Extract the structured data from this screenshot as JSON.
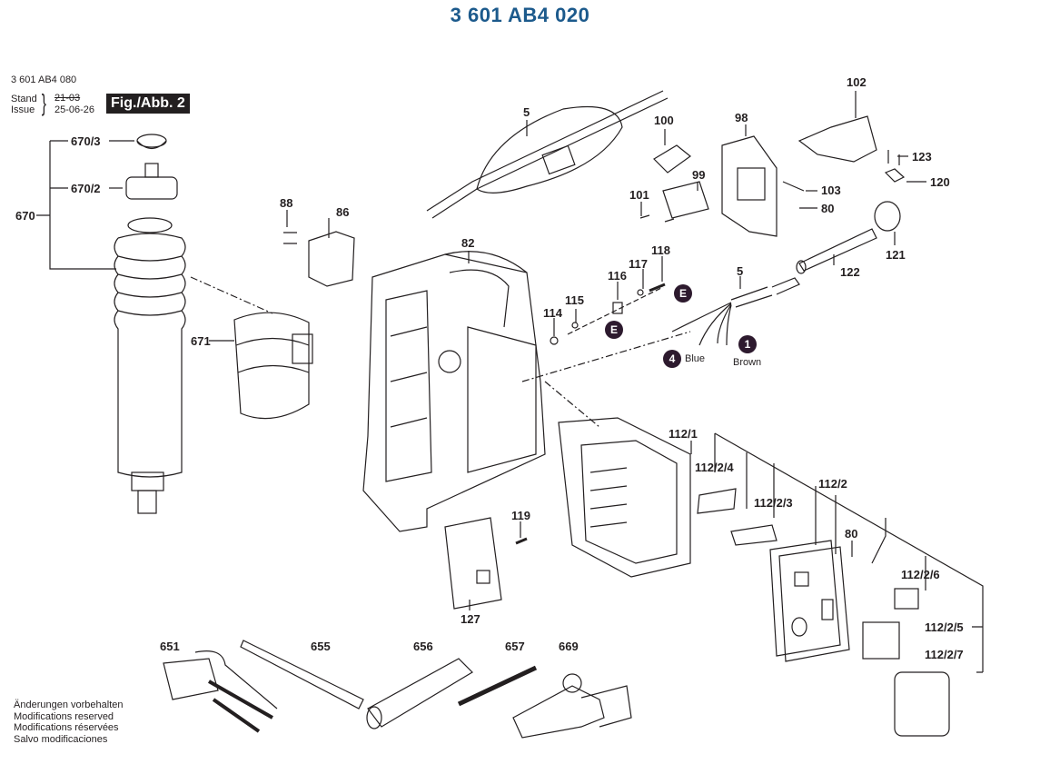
{
  "title": "3 601 AB4 020",
  "header": {
    "ref_number": "3 601 AB4 080",
    "stand_label": "Stand",
    "issue_label": "Issue",
    "old_date": "21-03",
    "new_date": "25-06-26",
    "figure": "Fig./Abb. 2"
  },
  "footer_notes": [
    "Änderungen vorbehalten",
    "Modifications reserved",
    "Modifications réservées",
    "Salvo modificaciones"
  ],
  "parts": {
    "p670_3": "670/3",
    "p670_2": "670/2",
    "p670": "670",
    "p671": "671",
    "p88": "88",
    "p86": "86",
    "p82": "82",
    "p5a": "5",
    "p5b": "5",
    "p100": "100",
    "p99": "99",
    "p101": "101",
    "p98": "98",
    "p102": "102",
    "p123": "123",
    "p120": "120",
    "p103": "103",
    "p80a": "80",
    "p121": "121",
    "p122": "122",
    "p118": "118",
    "p117": "117",
    "p116": "116",
    "p115": "115",
    "p114": "114",
    "p112_1": "112/1",
    "p112_2_4": "112/2/4",
    "p112_2_3": "112/2/3",
    "p112_2": "112/2",
    "p80b": "80",
    "p112_2_6": "112/2/6",
    "p112_2_5": "112/2/5",
    "p112_2_7": "112/2/7",
    "p119": "119",
    "p127": "127",
    "p651": "651",
    "p655": "655",
    "p656": "656",
    "p657": "657",
    "p669": "669"
  },
  "wire_markers": {
    "e1": "E",
    "e2": "E",
    "m4": "4",
    "m1": "1",
    "blue": "Blue",
    "brown": "Brown"
  },
  "colors": {
    "title": "#1c5a8c",
    "ink": "#231f20",
    "marker": "#2d1a2e"
  }
}
